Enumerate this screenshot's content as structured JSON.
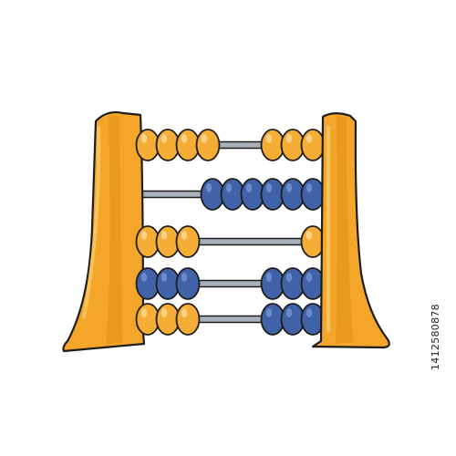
{
  "illustration": {
    "subject": "abacus",
    "colors": {
      "frame": "#f4a62a",
      "frame_dark": "#e08e17",
      "frame_light": "#f9c560",
      "outline": "#1d1d1b",
      "bead_orange": "#f6ad35",
      "bead_orange_shine": "#fcd58e",
      "bead_blue": "#3f62a8",
      "bead_blue_shine": "#6f8fd0",
      "rod": "#a9b1bd",
      "background": "#ffffff"
    },
    "rows": [
      {
        "left_color": "orange",
        "left_count": 4,
        "right_color": "orange",
        "right_count": 3
      },
      {
        "left_color": "blue",
        "left_count": 0,
        "right_color": "blue",
        "right_count": 6
      },
      {
        "left_color": "orange",
        "left_count": 3,
        "right_color": "orange",
        "right_count": 1
      },
      {
        "left_color": "blue",
        "left_count": 3,
        "right_color": "blue",
        "right_count": 3
      },
      {
        "left_color": "orange",
        "left_count": 3,
        "right_color": "blue",
        "right_count": 3
      }
    ]
  },
  "watermark": {
    "id_text": "1412580878"
  }
}
